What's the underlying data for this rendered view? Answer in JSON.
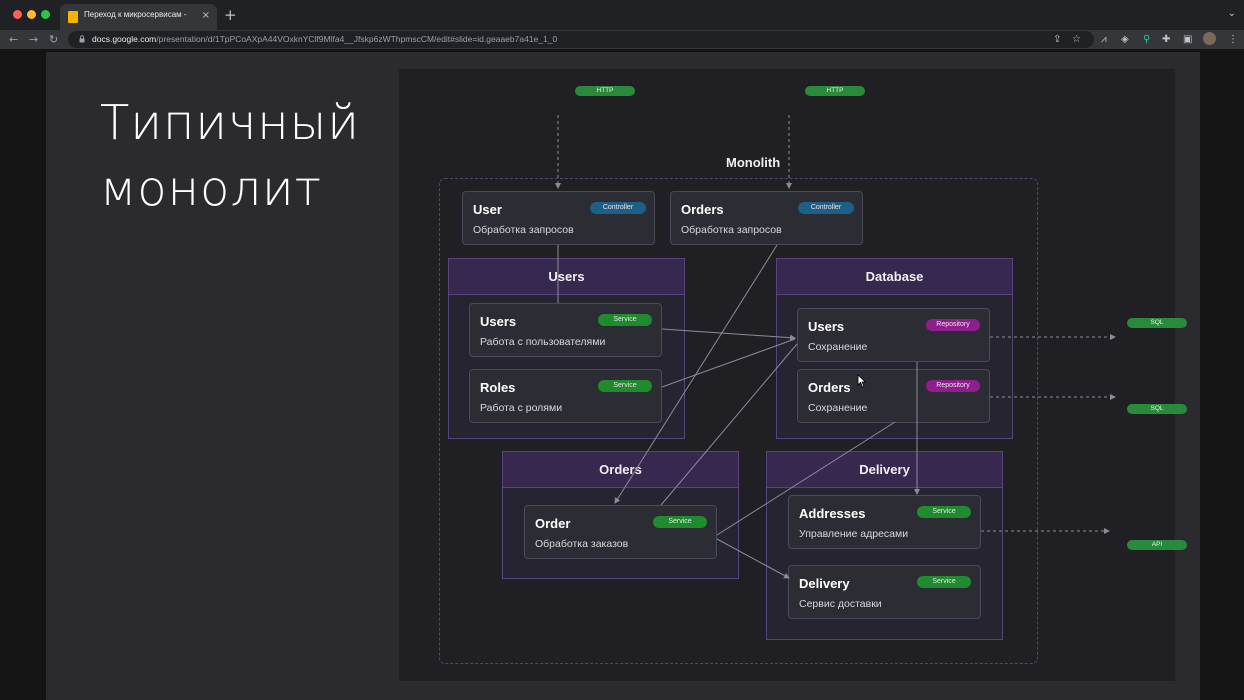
{
  "browser": {
    "tab": {
      "title": "Переход к микросервисам -",
      "close": "×"
    },
    "new_tab": "+",
    "tabbar_chevron": "⌄",
    "nav": {
      "back": "←",
      "forward": "→",
      "reload": "↻"
    },
    "url_host": "docs.google.com",
    "url_path": "/presentation/d/1TpPCoAXpA44VOxknYClf9Mlfa4__Jfskp6zWThpmscCM/edit#slide=id.geaaeb7a41e_1_0",
    "icons": [
      "share-icon",
      "star-icon",
      "translate-icon",
      "extension-icon-1",
      "extension-icon-2",
      "puzzle-icon",
      "sidepanel-icon",
      "avatar",
      "menu-icon"
    ],
    "colors": {
      "tabbar": "#202124",
      "toolbar": "#35363a",
      "tab": "#35363a"
    }
  },
  "slide": {
    "title_line1": "Типичный",
    "title_line2": "монолит"
  },
  "diagram": {
    "monolith_label": "Monolith",
    "pills": {
      "http_left": "HTTP",
      "http_right": "HTTP",
      "sql_top": "SQL",
      "sql_bottom": "SQL",
      "api": "API"
    },
    "controllers": [
      {
        "title": "User",
        "subtitle": "Обработка запросов",
        "badge": "Controller"
      },
      {
        "title": "Orders",
        "subtitle": "Обработка запросов",
        "badge": "Controller"
      }
    ],
    "groups": {
      "users": {
        "title": "Users",
        "cards": [
          {
            "title": "Users",
            "subtitle": "Работа с пользователями",
            "badge": "Service"
          },
          {
            "title": "Roles",
            "subtitle": "Работа с ролями",
            "badge": "Service"
          }
        ]
      },
      "database": {
        "title": "Database",
        "cards": [
          {
            "title": "Users",
            "subtitle": "Сохранение",
            "badge": "Repository"
          },
          {
            "title": "Orders",
            "subtitle": "Сохранение",
            "badge": "Repository"
          }
        ]
      },
      "orders": {
        "title": "Orders",
        "cards": [
          {
            "title": "Order",
            "subtitle": "Обработка заказов",
            "badge": "Service"
          }
        ]
      },
      "delivery": {
        "title": "Delivery",
        "cards": [
          {
            "title": "Addresses",
            "subtitle": "Управление адресами",
            "badge": "Service"
          },
          {
            "title": "Delivery",
            "subtitle": "Сервис доставки",
            "badge": "Service"
          }
        ]
      }
    },
    "colors": {
      "controller_badge": "#1e5f85",
      "service_badge": "#1f8a2e",
      "repository_badge": "#8e1e8c",
      "external_pill": "#2a8a3c",
      "group_header": "#36284f",
      "group_border": "#55447e"
    }
  }
}
